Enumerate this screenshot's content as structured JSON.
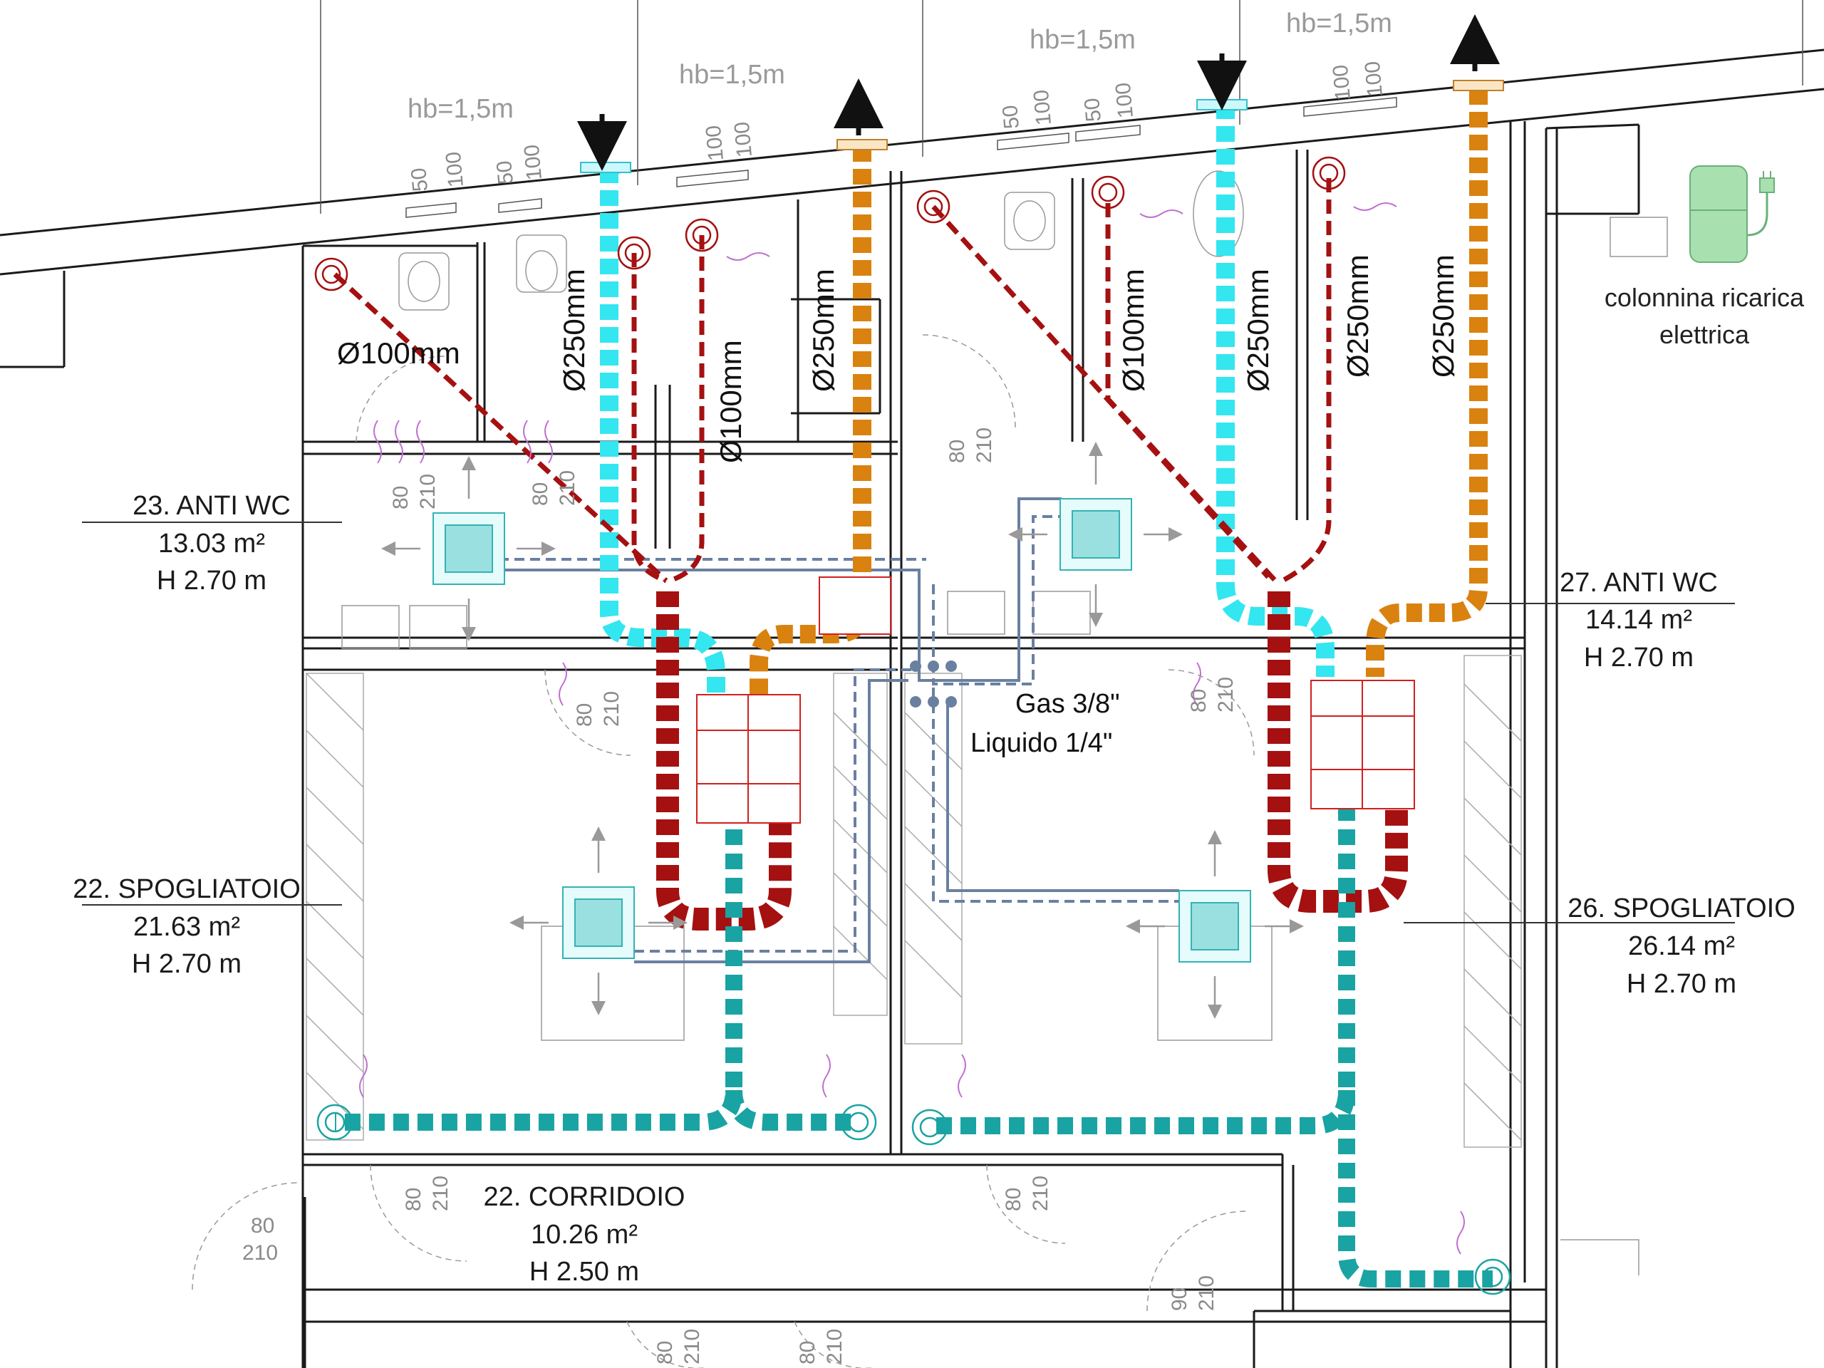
{
  "header_levels": [
    "hb=1,5m",
    "hb=1,5m",
    "hb=1,5m",
    "hb=1,5m"
  ],
  "window_dims": [
    {
      "w": "50",
      "h": "100"
    },
    {
      "w": "50",
      "h": "100"
    },
    {
      "w": "100",
      "h": "100"
    },
    {
      "w": "50",
      "h": "100"
    },
    {
      "w": "50",
      "h": "100"
    },
    {
      "w": "100",
      "h": "100"
    }
  ],
  "duct_labels": {
    "d100_left": "Ø100mm",
    "d250_a": "Ø250mm",
    "d100_b": "Ø100mm",
    "d250_b": "Ø250mm",
    "d100_c": "Ø100mm",
    "d250_c": "Ø250mm",
    "d250_d": "Ø250mm",
    "d250_e": "Ø250mm"
  },
  "refrigerant": {
    "gas": "Gas 3/8\"",
    "liquid": "Liquido 1/4\""
  },
  "charging_station": {
    "line1": "colonnina ricarica",
    "line2": "elettrica"
  },
  "rooms": [
    {
      "name": "23. ANTI WC",
      "area": "13.03 m²",
      "height": "H 2.70 m"
    },
    {
      "name": "22. SPOGLIATOIO",
      "area": "21.63 m²",
      "height": "H 2.70 m"
    },
    {
      "name": "27. ANTI WC",
      "area": "14.14 m²",
      "height": "H 2.70 m"
    },
    {
      "name": "26. SPOGLIATOIO",
      "area": "26.14 m²",
      "height": "H 2.70 m"
    },
    {
      "name": "22. CORRIDOIO",
      "area": "10.26 m²",
      "height": "H 2.50 m"
    }
  ],
  "door_dims": [
    {
      "w": "80",
      "h": "210"
    },
    {
      "w": "80",
      "h": "210"
    },
    {
      "w": "80",
      "h": "210"
    },
    {
      "w": "80",
      "h": "210"
    },
    {
      "w": "80",
      "h": "210"
    },
    {
      "w": "80",
      "h": "210"
    },
    {
      "w": "80",
      "h": "210"
    },
    {
      "w": "80",
      "h": "210"
    },
    {
      "w": "90",
      "h": "210"
    },
    {
      "w": "80",
      "h": "210"
    },
    {
      "w": "80",
      "h": "210"
    }
  ],
  "colors": {
    "extract_duct": "#a51010",
    "fresh_air_duct": "#33e6f0",
    "exhaust_duct": "#d9820f",
    "supply_duct": "#1aa3a3",
    "refrigerant_line": "#6a80a0",
    "diffuser": "#33b3b3",
    "airflow_arrow": "#c070d0",
    "charger": "#a8e0b0"
  }
}
